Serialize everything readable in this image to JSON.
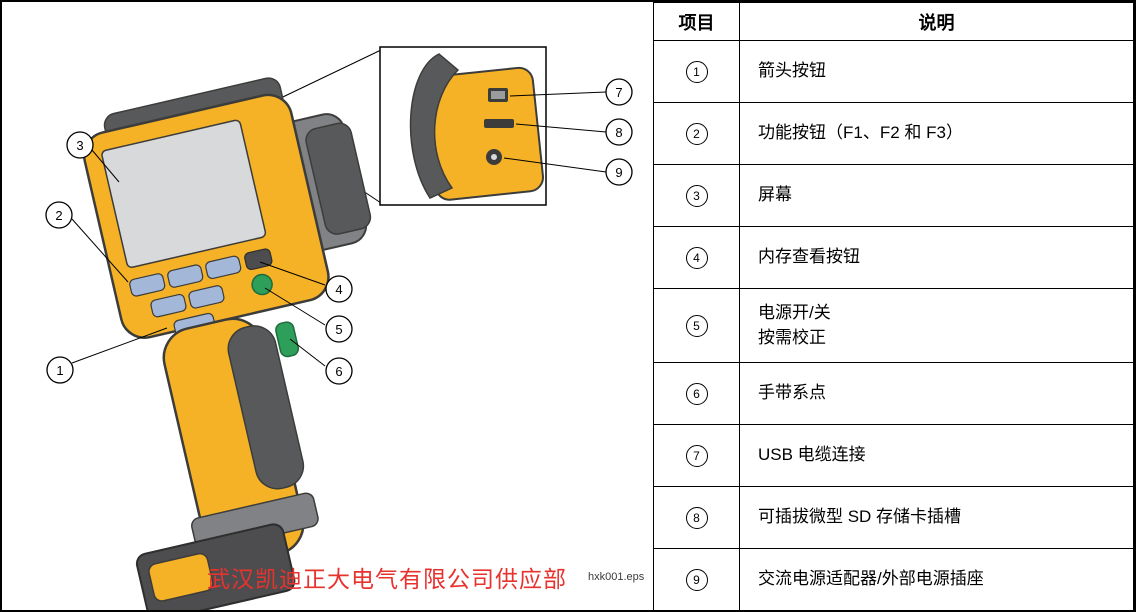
{
  "colors": {
    "camera_yellow": "#F5B226",
    "camera_dark_gray": "#58595B",
    "button_blue": "#A3B8D8",
    "power_button_green": "#2E9E5B",
    "watermark_red": "#E8322E",
    "table_border": "#000000"
  },
  "figure": {
    "callouts": [
      "1",
      "2",
      "3",
      "4",
      "5",
      "6",
      "7",
      "8",
      "9"
    ],
    "watermark": "武汉凯迪正大电气有限公司供应部",
    "file_label": "hxk001.eps"
  },
  "table": {
    "headers": {
      "item": "项目",
      "description": "说明"
    },
    "rows": [
      {
        "num": "1",
        "desc": "箭头按钮"
      },
      {
        "num": "2",
        "desc": "功能按钮（F1、F2 和 F3）"
      },
      {
        "num": "3",
        "desc": "屏幕"
      },
      {
        "num": "4",
        "desc": "内存查看按钮"
      },
      {
        "num": "5",
        "desc": "电源开/关",
        "desc2": "按需校正"
      },
      {
        "num": "6",
        "desc": "手带系点"
      },
      {
        "num": "7",
        "desc": "USB 电缆连接"
      },
      {
        "num": "8",
        "desc": "可插拔微型 SD 存储卡插槽"
      },
      {
        "num": "9",
        "desc": "交流电源适配器/外部电源插座"
      }
    ]
  }
}
